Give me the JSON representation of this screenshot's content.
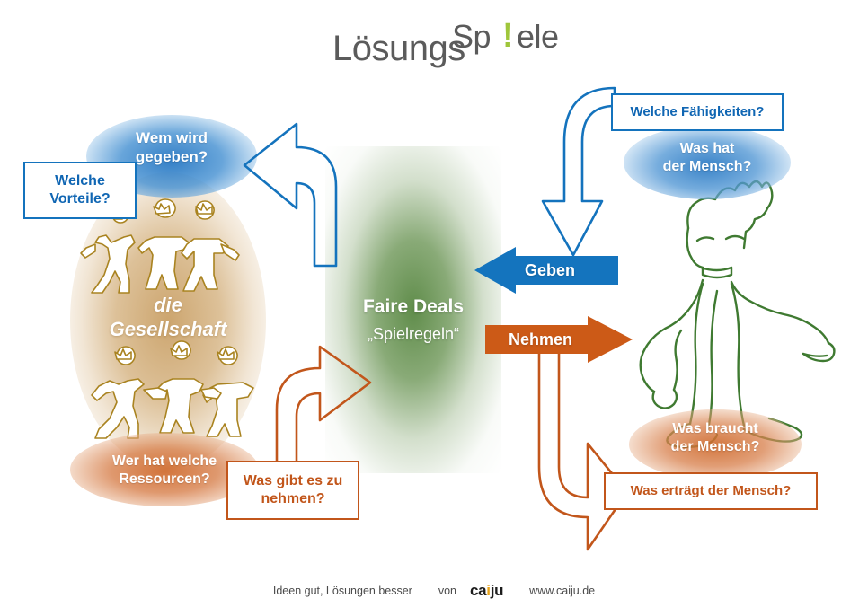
{
  "logo": {
    "part1": "Lösungs",
    "part2": "Sp",
    "bang": "!",
    "part3": "ele"
  },
  "colors": {
    "blue": "#1473bd",
    "orange": "#c2561b",
    "orange_solid": "#cc5a17",
    "blue_solid": "#1474be",
    "green_figure": "#3f7a31",
    "gold_figures": "#a98320",
    "logo_gray": "#5b5b5b",
    "logo_green": "#9fc63b"
  },
  "center": {
    "title": "Faire Deals",
    "subtitle": "„Spielregeln“"
  },
  "left_cluster": {
    "blob_label": "die\nGesellschaft",
    "blob_label_line1": "die",
    "blob_label_line2": "Gesellschaft",
    "top_ellipse": "Wem wird\ngegeben?",
    "top_ellipse_line1": "Wem wird",
    "top_ellipse_line2": "gegeben?",
    "bottom_ellipse_line1": "Wer hat welche",
    "bottom_ellipse_line2": "Ressourcen?",
    "question_box_top_line1": "Welche",
    "question_box_top_line2": "Vorteile?",
    "figures_icon": "group-of-people-icon"
  },
  "right_cluster": {
    "top_ellipse_line1": "Was hat",
    "top_ellipse_line2": "der Mensch?",
    "bottom_ellipse_line1": "Was braucht",
    "bottom_ellipse_line2": "der Mensch?",
    "question_box_top": "Welche Fähigkeiten?",
    "question_box_bottom": "Was erträgt der Mensch?",
    "figure_icon": "standing-person-icon"
  },
  "flow_arrows": {
    "give": "Geben",
    "take": "Nehmen",
    "bottom_box": "Was gibt es zu nehmen?",
    "bottom_box_line1": "Was gibt es zu",
    "bottom_box_line2": "nehmen?"
  },
  "footer": {
    "tagline": "Ideen gut, Lösungen besser",
    "von": "von",
    "brand_a": "ca",
    "brand_i": "i",
    "brand_b": "ju",
    "url": "www.caiju.de"
  }
}
